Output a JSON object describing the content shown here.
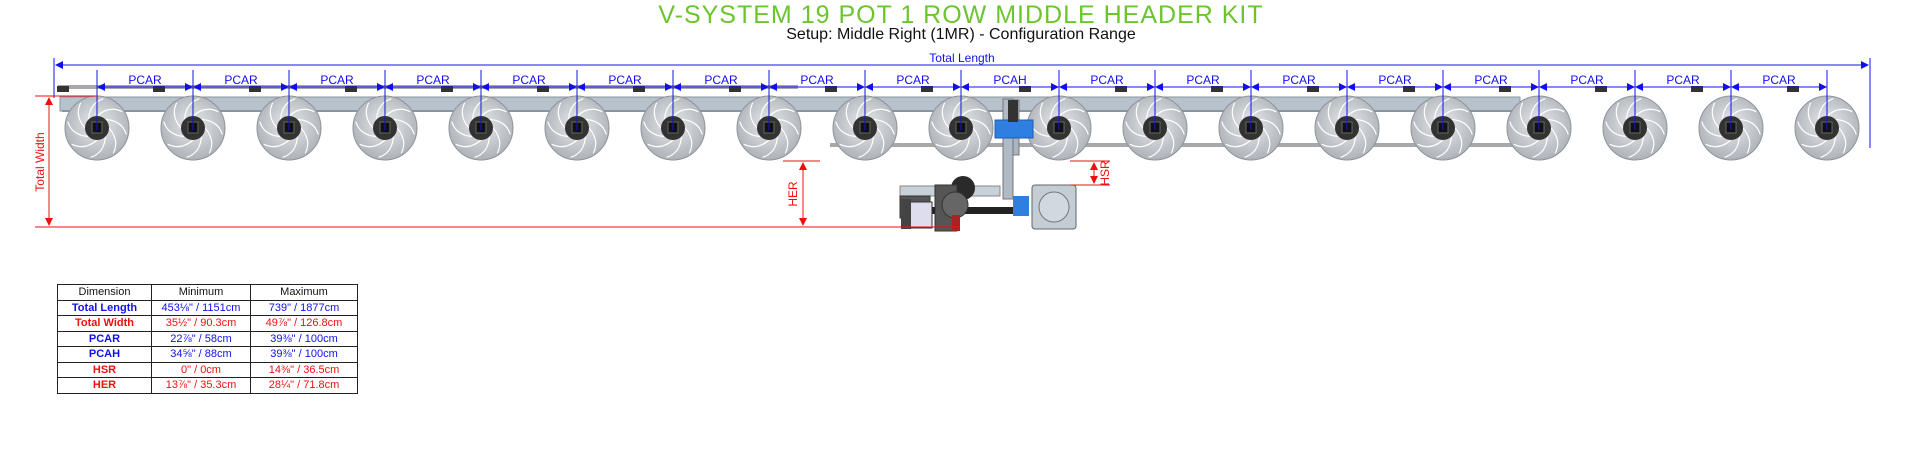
{
  "title": "V-SYSTEM 19 POT 1 ROW MIDDLE HEADER KIT",
  "subtitle": "Setup: Middle Right (1MR) - Configuration Range",
  "labels": {
    "total_length": "Total Length",
    "total_width": "Total Width",
    "her": "HER",
    "hsr": "HSR",
    "pcar": "PCAR",
    "pcah": "PCAH"
  },
  "pot_count": 19,
  "spacing_labels": [
    "PCAR",
    "PCAR",
    "PCAR",
    "PCAR",
    "PCAR",
    "PCAR",
    "PCAR",
    "PCAR",
    "PCAR",
    "PCAH",
    "PCAR",
    "PCAR",
    "PCAR",
    "PCAR",
    "PCAR",
    "PCAR",
    "PCAR",
    "PCAR"
  ],
  "colors": {
    "title": "#6cc52e",
    "blue": "#1010ee",
    "red": "#ee1010"
  },
  "table": {
    "headers": [
      "Dimension",
      "Minimum",
      "Maximum"
    ],
    "rows": [
      {
        "dim": "Total Length",
        "min": "453⅛\" / 1151cm",
        "max": "739\" / 1877cm",
        "color": "blue"
      },
      {
        "dim": "Total Width",
        "min": "35½\" / 90.3cm",
        "max": "49⅞\" / 126.8cm",
        "color": "red"
      },
      {
        "dim": "PCAR",
        "min": "22⅞\" / 58cm",
        "max": "39⅜\" / 100cm",
        "color": "blue"
      },
      {
        "dim": "PCAH",
        "min": "34⅝\" / 88cm",
        "max": "39⅜\" / 100cm",
        "color": "blue"
      },
      {
        "dim": "HSR",
        "min": "0\" / 0cm",
        "max": "14⅜\" / 36.5cm",
        "color": "red"
      },
      {
        "dim": "HER",
        "min": "13⅞\" / 35.3cm",
        "max": "28¼\" / 71.8cm",
        "color": "red"
      }
    ]
  }
}
